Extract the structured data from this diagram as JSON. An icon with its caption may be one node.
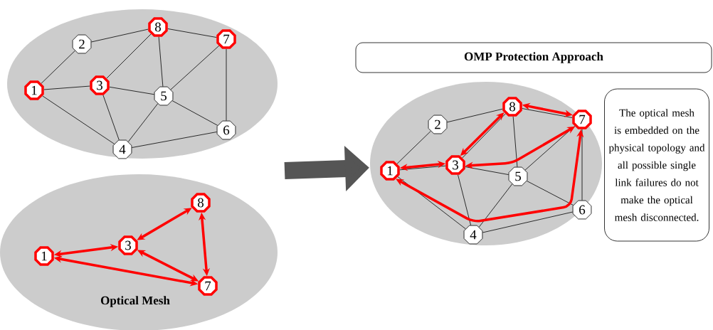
{
  "diagram": {
    "nodes": [
      {
        "text": [],
        "shape": "ellipse"
      },
      {
        "text": [
          "1"
        ],
        "in": 0
      },
      {
        "text": [
          "2"
        ],
        "in": 0
      },
      {
        "text": [
          "3"
        ],
        "in": 0
      },
      {
        "text": [
          "4"
        ],
        "in": 0
      },
      {
        "text": [
          "5"
        ],
        "in": 0
      },
      {
        "text": [
          "6"
        ],
        "in": 0
      },
      {
        "text": [
          "7"
        ],
        "in": 0
      },
      {
        "text": [
          "8"
        ],
        "in": 0
      },
      {
        "text": [
          "Optical Mesh"
        ]
      },
      {
        "text": [
          "1"
        ],
        "in": 9
      },
      {
        "text": [
          "3"
        ],
        "in": 9
      },
      {
        "text": [
          "8"
        ],
        "in": 9
      },
      {
        "text": [
          "7"
        ],
        "in": 9
      },
      {
        "text": [
          "OMP Protection Approach"
        ]
      },
      {
        "text": [],
        "shape": "ellipse"
      },
      {
        "text": [
          "1"
        ],
        "in": 15
      },
      {
        "text": [
          "2"
        ],
        "in": 15
      },
      {
        "text": [
          "3"
        ],
        "in": 15
      },
      {
        "text": [
          "4"
        ],
        "in": 15
      },
      {
        "text": [
          "5"
        ],
        "in": 15
      },
      {
        "text": [
          "6"
        ],
        "in": 15
      },
      {
        "text": [
          "7"
        ],
        "in": 15
      },
      {
        "text": [
          "8"
        ],
        "in": 15
      },
      {
        "text": [
          "The optical mesh is embedded on the physical topology and all possible single link failures do not make the optical mesh disconnected."
        ]
      }
    ],
    "edges": [
      {
        "from": 1,
        "to": 2,
        "arrow": "none"
      },
      {
        "from": 2,
        "to": 8,
        "arrow": "none"
      },
      {
        "from": 8,
        "to": 7,
        "arrow": "none"
      },
      {
        "from": 1,
        "to": 3,
        "arrow": "none"
      },
      {
        "from": 3,
        "to": 8,
        "arrow": "none"
      },
      {
        "from": 3,
        "to": 5,
        "arrow": "none"
      },
      {
        "from": 8,
        "to": 5,
        "arrow": "none"
      },
      {
        "from": 5,
        "to": 7,
        "arrow": "none"
      },
      {
        "from": 7,
        "to": 6,
        "arrow": "none"
      },
      {
        "from": 5,
        "to": 6,
        "arrow": "none"
      },
      {
        "from": 1,
        "to": 4,
        "arrow": "none"
      },
      {
        "from": 3,
        "to": 4,
        "arrow": "none"
      },
      {
        "from": 5,
        "to": 4,
        "arrow": "none"
      },
      {
        "from": 4,
        "to": 6,
        "arrow": "none"
      },
      {
        "from": 10,
        "to": 11,
        "arrow": "both",
        "style": "thick",
        "color": "#ff0000"
      },
      {
        "from": 11,
        "to": 12,
        "arrow": "both",
        "style": "thick",
        "color": "#ff0000"
      },
      {
        "from": 12,
        "to": 13,
        "arrow": "both",
        "style": "thick",
        "color": "#ff0000"
      },
      {
        "from": 11,
        "to": 13,
        "arrow": "both",
        "style": "thick",
        "color": "#ff0000"
      },
      {
        "from": 13,
        "to": 10,
        "arrow": "both",
        "style": "thick",
        "color": "#ff0000"
      },
      {
        "from": null,
        "to": 15,
        "arrow": "to",
        "style": "thick",
        "color": "#555555"
      },
      {
        "from": 16,
        "to": 17,
        "arrow": "none"
      },
      {
        "from": 17,
        "to": 23,
        "arrow": "none"
      },
      {
        "from": 23,
        "to": 22,
        "arrow": "none"
      },
      {
        "from": 16,
        "to": 18,
        "arrow": "none"
      },
      {
        "from": 18,
        "to": 23,
        "arrow": "none"
      },
      {
        "from": 18,
        "to": 20,
        "arrow": "none"
      },
      {
        "from": 23,
        "to": 20,
        "arrow": "none"
      },
      {
        "from": 20,
        "to": 22,
        "arrow": "none"
      },
      {
        "from": 22,
        "to": 21,
        "arrow": "none"
      },
      {
        "from": 20,
        "to": 21,
        "arrow": "none"
      },
      {
        "from": 16,
        "to": 19,
        "arrow": "none"
      },
      {
        "from": 18,
        "to": 19,
        "arrow": "none"
      },
      {
        "from": 20,
        "to": 19,
        "arrow": "none"
      },
      {
        "from": 19,
        "to": 21,
        "arrow": "none"
      },
      {
        "from": 16,
        "to": 18,
        "arrow": "both",
        "style": "thick",
        "color": "#ff0000"
      },
      {
        "from": 18,
        "to": 23,
        "arrow": "both",
        "style": "thick",
        "color": "#ff0000"
      },
      {
        "from": 23,
        "to": 22,
        "arrow": "both",
        "style": "thick",
        "color": "#ff0000"
      },
      {
        "from": 18,
        "to": 22,
        "arrow": "both",
        "style": "thick",
        "color": "#ff0000"
      },
      {
        "from": 16,
        "to": 22,
        "arrow": "both",
        "style": "thick",
        "color": "#ff0000"
      }
    ]
  }
}
